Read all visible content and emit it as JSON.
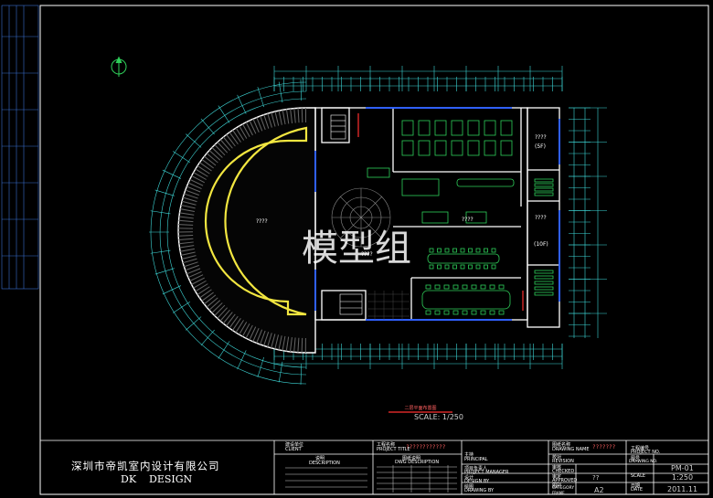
{
  "drawing": {
    "plan_label": "二层平面布置图",
    "scale_label": "SCALE: 1/250",
    "watermark": "模型组",
    "room_placeholder": "????",
    "room_numbers": [
      "(5F)",
      "(10F)"
    ]
  },
  "company": {
    "name_cn": "深圳市帝凯室内设计有限公司",
    "name_en": "DK    DESIGN"
  },
  "title_block": {
    "client_cn": "建设单位",
    "client_en": "CLIENT",
    "project_title_cn": "工程名称",
    "project_title_en": "PROJECT TITLE",
    "project_name": "????????????",
    "description_cn": "说明",
    "description_en": "DESCRIPTION",
    "dwg_desc_cn": "图纸说明",
    "dwg_desc_en": "DWG DESCRIPTION",
    "principal_cn": "主持",
    "principal_en": "PRINCIPAL",
    "pm_cn": "项目负责人",
    "pm_en": "PROJECT MANAGER",
    "design_cn": "设计",
    "design_en": "DESIGN BY",
    "drawing_cn": "绘图",
    "drawing_en": "DRAWING BY",
    "drawing_name_cn": "图纸名称",
    "drawing_name_en": "DRAWING NAME",
    "drawing_name": "???????",
    "revision_cn": "校对",
    "revision_en": "REVISION",
    "checked_cn": "审核",
    "checked_en": "CHECKED",
    "approved_cn": "审定",
    "approved_en": "APPROVED",
    "category_cn": "图别",
    "category_en": "CATEGORY",
    "category": "??",
    "frame_cn": "图幅",
    "frame_en": "FRAME",
    "frame": "A2",
    "project_no_cn": "工程编号",
    "project_no_en": "PROJECT NO.",
    "drawing_no_cn": "图号",
    "drawing_no_en": "DRAWING NO.",
    "drawing_no": "PM-01",
    "scale_cn": "比例",
    "scale_en": "SCALE",
    "scale": "1:250",
    "date_cn": "日期",
    "date_en": "DATE",
    "date": "2011.11"
  },
  "colors": {
    "background": "#000000",
    "frame": "#ffffff",
    "wall": "#ffffff",
    "dimension": "#3dd6d6",
    "furniture": "#2fd05a",
    "curtain_wall": "#f2e640",
    "glazing": "#3060ff",
    "accent": "#ff3030"
  }
}
